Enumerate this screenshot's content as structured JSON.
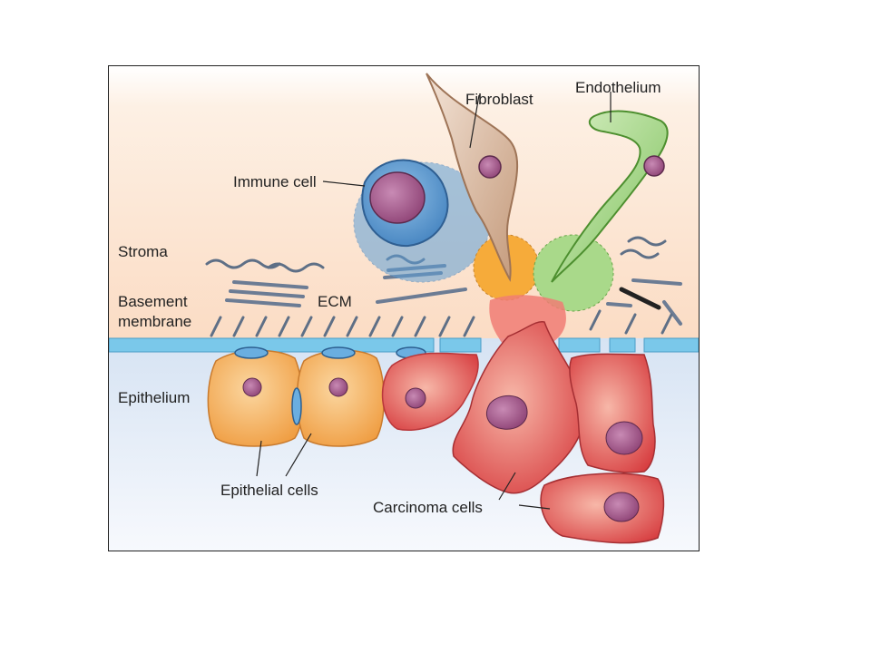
{
  "labels": {
    "stroma": "Stroma",
    "basement_line1": "Basement",
    "basement_line2": "membrane",
    "epithelium": "Epithelium",
    "ecm": "ECM",
    "immune_cell": "Immune cell",
    "fibroblast": "Fibroblast",
    "endothelium": "Endothelium",
    "epithelial_cells": "Epithelial cells",
    "carcinoma_cells": "Carcinoma cells"
  },
  "colors": {
    "stroma_bg": "#fbe3cf",
    "epithelium_bg": "#dde8f5",
    "membrane": "#72c3e8",
    "immune": "#5b9ad0",
    "fibroblast": "#d8b9a2",
    "endothelium": "#9fd47f",
    "epithelial": "#f2a04b",
    "carcinoma": "#d94346",
    "nucleus": "#9a4f7f"
  }
}
